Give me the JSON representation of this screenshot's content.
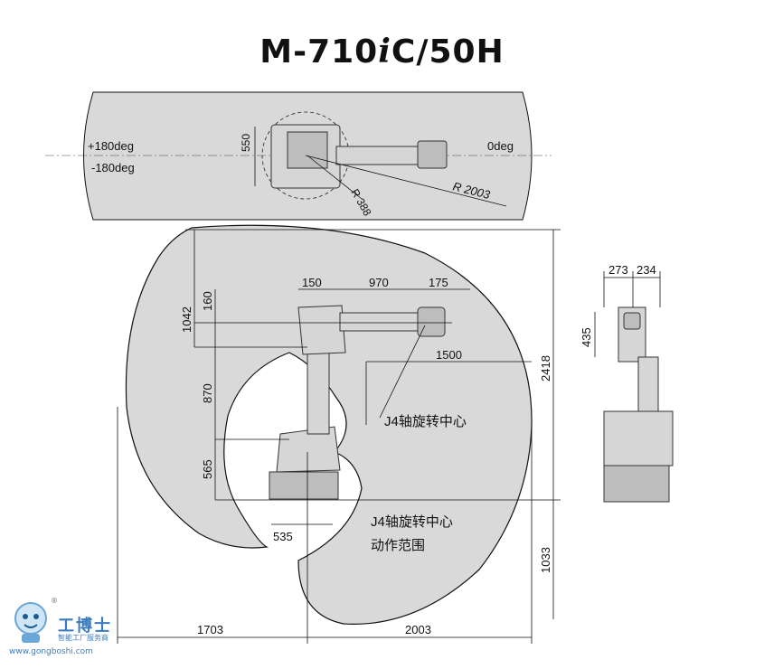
{
  "title": {
    "main": "M-710",
    "italic": "i",
    "suffix": "C/50H"
  },
  "top_view": {
    "angle_left_pos": "+180deg",
    "angle_left_neg": "-180deg",
    "angle_right": "0deg",
    "dim_550": "550",
    "radius_outer": "R 2003",
    "radius_inner": "R 388"
  },
  "side_view": {
    "dim_150": "150",
    "dim_970": "970",
    "dim_175": "175",
    "dim_160": "160",
    "dim_1042": "1042",
    "dim_870": "870",
    "dim_565": "565",
    "dim_1500": "1500",
    "dim_535": "535",
    "dim_2418": "2418",
    "dim_1033": "1033",
    "dim_1703": "1703",
    "dim_2003": "2003",
    "label_j4_center": "J4轴旋转中心",
    "label_j4_range_1": "J4轴旋转中心",
    "label_j4_range_2": "动作范围"
  },
  "front_view": {
    "dim_273": "273",
    "dim_234": "234",
    "dim_435": "435"
  },
  "watermark": {
    "brand": "工博士",
    "subtitle": "智能工厂服务商",
    "url": "www.gongboshi.com",
    "registered": "®"
  }
}
